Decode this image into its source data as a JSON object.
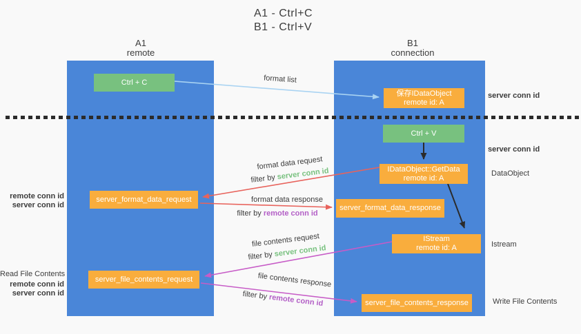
{
  "title": {
    "line1": "A1 - Ctrl+C",
    "line2": "B1 - Ctrl+V"
  },
  "lifelines": {
    "left": {
      "name": "A1",
      "role": "remote"
    },
    "right": {
      "name": "B1",
      "role": "connection"
    }
  },
  "nodes": {
    "ctrl_c": {
      "label": "Ctrl + C"
    },
    "ctrl_v": {
      "label": "Ctrl + V"
    },
    "save_dataobject": {
      "line1": "保存IDataObject",
      "line2": "remote id: A"
    },
    "getdata": {
      "line1": "IDataObject::GetData",
      "line2": "remote id: A"
    },
    "istream": {
      "line1": "IStream",
      "line2": "remote id: A"
    },
    "server_format_data_request": {
      "label": "server_format_data_request"
    },
    "server_format_data_response": {
      "label": "server_format_data_response"
    },
    "server_file_contents_request": {
      "label": "server_file_contents_request"
    },
    "server_file_contents_response": {
      "label": "server_file_contents_response"
    }
  },
  "edge_labels": {
    "format_list": "format list",
    "format_data_request": {
      "line1": "format data request",
      "filter_prefix": "filter by",
      "filter_id": "server conn id"
    },
    "format_data_response": {
      "line1": "format data response",
      "filter_prefix": "filter by",
      "filter_id": "remote conn id"
    },
    "file_contents_request": {
      "line1": "file contents request",
      "filter_prefix": "filter by",
      "filter_id": "server conn id"
    },
    "file_contents_response": {
      "line1": "file contents response",
      "filter_prefix": "filter by",
      "filter_id": "remote conn id"
    }
  },
  "side_labels": {
    "right_top_server_conn_id": "server conn id",
    "right_mid_server_conn_id": "server conn id",
    "right_dataobject": "DataObject",
    "right_istream": "Istream",
    "right_write_file_contents": "Write File Contents",
    "left_fmt_remote_conn_id": "remote conn id",
    "left_fmt_server_conn_id": "server conn id",
    "left_read_file_contents": "Read File Contents",
    "left_file_remote_conn_id": "remote conn id",
    "left_file_server_conn_id": "server conn id"
  },
  "colors": {
    "lifeline_blue": "#4a86d8",
    "node_orange": "#f9ad3d",
    "node_green": "#78c17f",
    "arrow_red": "#e8635c",
    "arrow_magenta": "#c75cc7",
    "arrow_lightblue": "#a9d3f2",
    "arrow_black": "#2b2b2b",
    "text_green": "#78c17f",
    "text_purple": "#b35fc6",
    "background": "#f9f9f9"
  }
}
